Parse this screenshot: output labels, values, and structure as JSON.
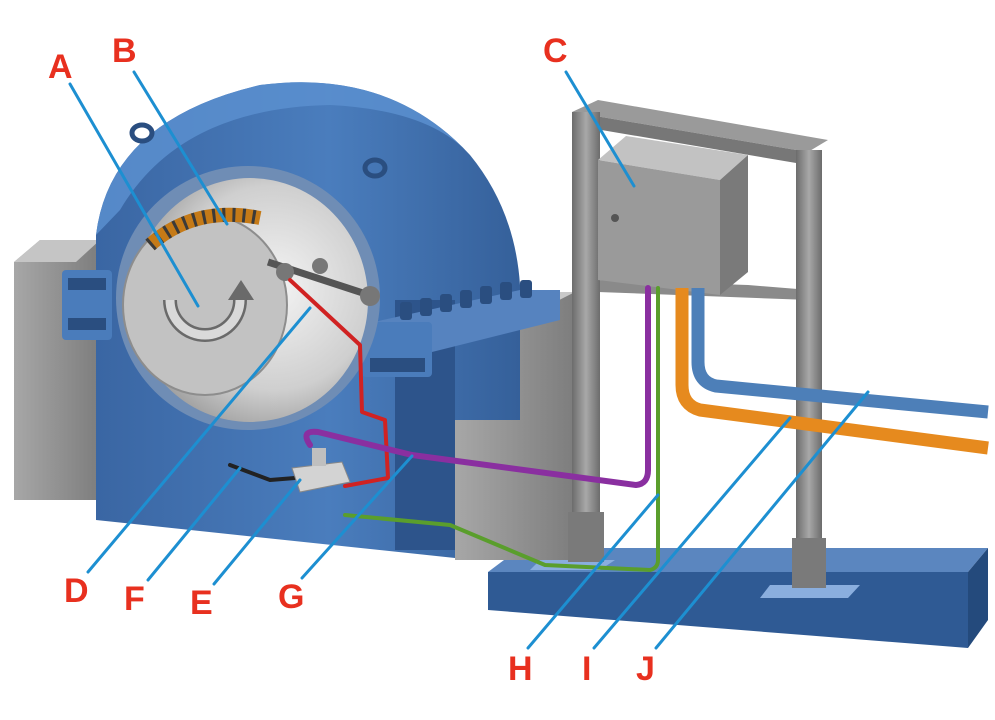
{
  "colors": {
    "label_text": "#e8301f",
    "leader_line": "#1d8fd1",
    "housing_blue": "#3d6fae",
    "housing_dark": "#2d548b",
    "steel_gray": "#8e8e8e",
    "panel_gray": "#9c9c9c",
    "pipe_orange": "#e68a1e",
    "pipe_blue": "#4d7fb8",
    "cable_red": "#d02222",
    "cable_purple": "#8a2fa0",
    "cable_green": "#5a9e2c"
  },
  "icons": [
    "rotation-arrow-icon"
  ],
  "labels": [
    {
      "id": "A",
      "text": "A"
    },
    {
      "id": "B",
      "text": "B"
    },
    {
      "id": "C",
      "text": "C"
    },
    {
      "id": "D",
      "text": "D"
    },
    {
      "id": "E",
      "text": "E"
    },
    {
      "id": "F",
      "text": "F"
    },
    {
      "id": "G",
      "text": "G"
    },
    {
      "id": "H",
      "text": "H"
    },
    {
      "id": "I",
      "text": "I"
    },
    {
      "id": "J",
      "text": "J"
    }
  ]
}
